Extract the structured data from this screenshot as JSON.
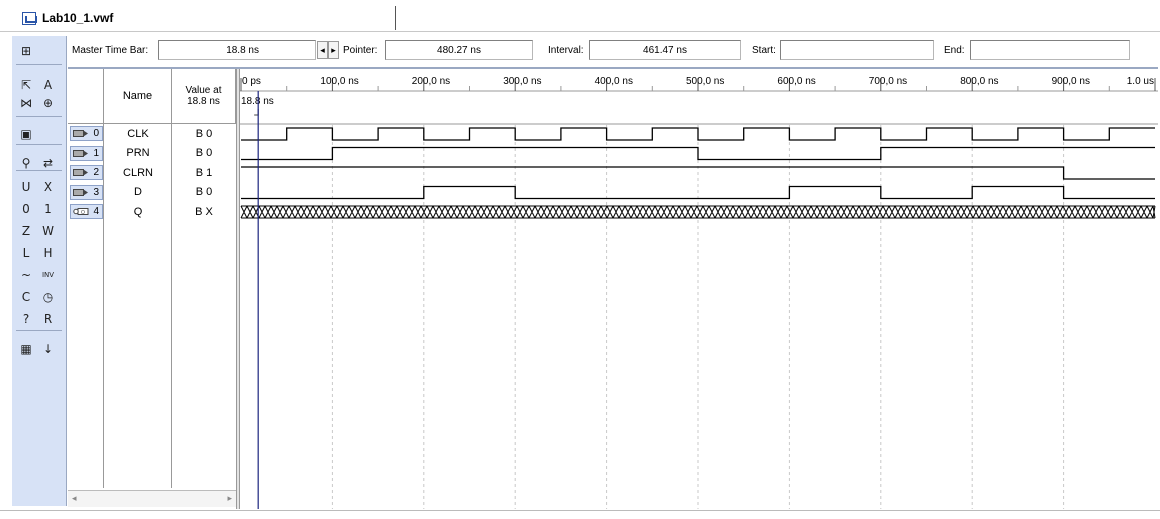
{
  "window": {
    "tab_title": "Lab10_1.vwf"
  },
  "toolbar": {
    "buttons": [
      {
        "name": "waveform-editor-icon",
        "glyph": "⊞"
      },
      {
        "name": "selection-tool-icon",
        "glyph": "⇱"
      },
      {
        "name": "text-tool-icon",
        "glyph": "A"
      },
      {
        "name": "waveform-editing-tool-icon",
        "glyph": "⋈"
      },
      {
        "name": "zoom-tool-icon",
        "glyph": "⊕"
      },
      {
        "name": "full-screen-icon",
        "glyph": "▣"
      },
      {
        "name": "find-icon",
        "glyph": "⚲"
      },
      {
        "name": "replace-icon",
        "glyph": "⇄"
      },
      {
        "name": "uninitialized-icon",
        "glyph": "U"
      },
      {
        "name": "dont-care-icon",
        "glyph": "X"
      },
      {
        "name": "forcing-low-icon",
        "glyph": "0"
      },
      {
        "name": "forcing-high-icon",
        "glyph": "1"
      },
      {
        "name": "high-impedance-icon",
        "glyph": "Z"
      },
      {
        "name": "weak-unknown-icon",
        "glyph": "W"
      },
      {
        "name": "weak-low-icon",
        "glyph": "L"
      },
      {
        "name": "weak-high-icon",
        "glyph": "H"
      },
      {
        "name": "invert-icon",
        "glyph": "~"
      },
      {
        "name": "invert-label-icon",
        "glyph": "INV"
      },
      {
        "name": "count-value-icon",
        "glyph": "C"
      },
      {
        "name": "clock-value-icon",
        "glyph": "◷"
      },
      {
        "name": "arbitrary-value-icon",
        "glyph": "?"
      },
      {
        "name": "random-value-icon",
        "glyph": "R"
      },
      {
        "name": "snap-to-grid-icon",
        "glyph": "▦"
      },
      {
        "name": "sort-icon",
        "glyph": "↓"
      }
    ]
  },
  "timebar": {
    "master_label": "Master Time Bar:",
    "master_value": "18.8 ns",
    "pointer_label": "Pointer:",
    "pointer_value": "480.27 ns",
    "interval_label": "Interval:",
    "interval_value": "461.47 ns",
    "start_label": "Start:",
    "start_value": "",
    "end_label": "End:",
    "end_value": ""
  },
  "grid": {
    "name_header": "Name",
    "value_header_line1": "Value at",
    "value_header_line2": "18.8 ns",
    "cursor_label": "18.8 ns",
    "cursor_time_ns": 18.8,
    "time_range_ns": [
      0,
      1000
    ],
    "time_ticks": [
      {
        "ns": 0,
        "label": "0 ps"
      },
      {
        "ns": 100,
        "label": "100,0 ns"
      },
      {
        "ns": 200,
        "label": "200,0 ns"
      },
      {
        "ns": 300,
        "label": "300,0 ns"
      },
      {
        "ns": 400,
        "label": "400,0 ns"
      },
      {
        "ns": 500,
        "label": "500,0 ns"
      },
      {
        "ns": 600,
        "label": "600,0 ns"
      },
      {
        "ns": 700,
        "label": "700,0 ns"
      },
      {
        "ns": 800,
        "label": "800,0 ns"
      },
      {
        "ns": 900,
        "label": "900,0 ns"
      },
      {
        "ns": 1000,
        "label": "1.0 us"
      }
    ]
  },
  "signals": [
    {
      "index": "0",
      "name": "CLK",
      "value": "B 0",
      "type": "input",
      "edges": [
        [
          0,
          0
        ],
        [
          50,
          1
        ],
        [
          100,
          0
        ],
        [
          150,
          1
        ],
        [
          200,
          0
        ],
        [
          250,
          1
        ],
        [
          300,
          0
        ],
        [
          350,
          1
        ],
        [
          400,
          0
        ],
        [
          450,
          1
        ],
        [
          500,
          0
        ],
        [
          550,
          1
        ],
        [
          600,
          0
        ],
        [
          650,
          1
        ],
        [
          700,
          0
        ],
        [
          750,
          1
        ],
        [
          800,
          0
        ],
        [
          850,
          1
        ],
        [
          900,
          0
        ],
        [
          950,
          1
        ]
      ]
    },
    {
      "index": "1",
      "name": "PRN",
      "value": "B 0",
      "type": "input",
      "edges": [
        [
          0,
          0
        ],
        [
          100,
          1
        ],
        [
          500,
          0
        ],
        [
          700,
          1
        ]
      ]
    },
    {
      "index": "2",
      "name": "CLRN",
      "value": "B 1",
      "type": "input",
      "edges": [
        [
          0,
          1
        ],
        [
          900,
          0
        ]
      ]
    },
    {
      "index": "3",
      "name": "D",
      "value": "B 0",
      "type": "input",
      "edges": [
        [
          0,
          0
        ],
        [
          200,
          1
        ],
        [
          300,
          0
        ],
        [
          600,
          1
        ],
        [
          700,
          0
        ],
        [
          800,
          1
        ],
        [
          900,
          0
        ]
      ]
    },
    {
      "index": "4",
      "name": "Q",
      "value": "B X",
      "type": "output",
      "edges": "unknown"
    }
  ],
  "colors": {
    "toolbar_bg": "#d7e2f6",
    "wave": "#000000",
    "cursor": "#1a237e",
    "grid_dash": "#c8c8c8"
  }
}
